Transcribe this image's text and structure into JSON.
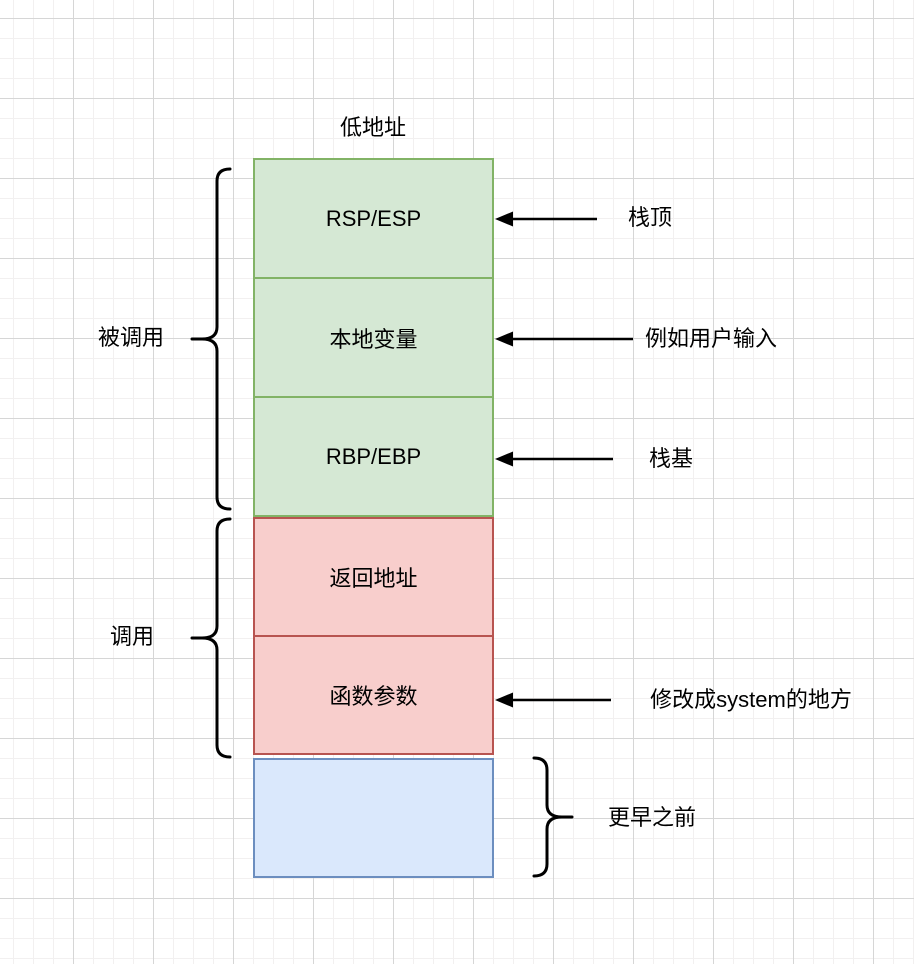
{
  "colors": {
    "green_fill": "#d5e8d4",
    "green_border": "#82b366",
    "red_fill": "#f8cecc",
    "red_border": "#b85450",
    "blue_fill": "#dae8fc",
    "blue_border": "#6c8ebf",
    "text_color": "#000000",
    "line_color": "#000000",
    "grid_minor": "#f2f0f0",
    "grid_major": "#d6d6d6"
  },
  "diagram": {
    "top_label": "低地址",
    "stack_boxes": [
      {
        "label": "RSP/ESP",
        "group": "green"
      },
      {
        "label": "本地变量",
        "group": "green"
      },
      {
        "label": "RBP/EBP",
        "group": "green"
      },
      {
        "label": "返回地址",
        "group": "red"
      },
      {
        "label": "函数参数",
        "group": "red"
      },
      {
        "label": "",
        "group": "blue"
      }
    ],
    "left_braces": [
      {
        "label": "被调用"
      },
      {
        "label": "调用"
      }
    ],
    "right_brace": {
      "label": "更早之前"
    },
    "arrow_annotations": [
      {
        "label": "栈顶"
      },
      {
        "label": "例如用户输入"
      },
      {
        "label": "栈基"
      },
      {
        "label": "修改成system的地方"
      }
    ]
  }
}
